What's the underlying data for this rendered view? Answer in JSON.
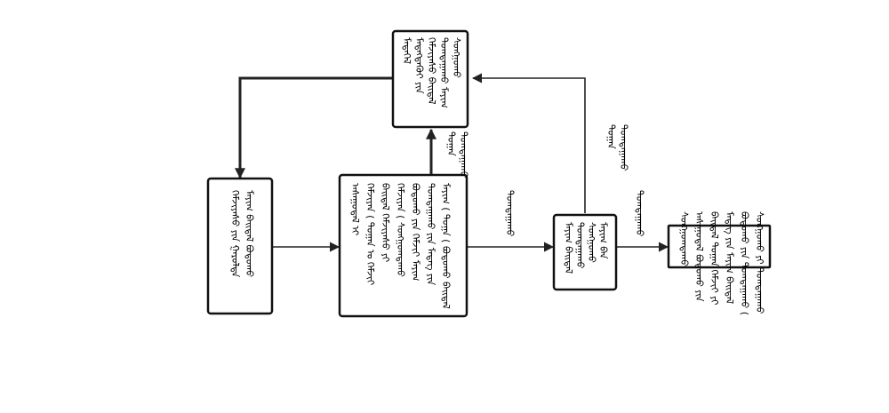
{
  "nodes": [
    {
      "id": "top",
      "lines": [
        "ᠮᠡᠳᠡᠭᠡᠯ",
        "ᠮᠡᠳᠡᠭᠳᠡᠬᠦᠢ ᠶᠢᠨ",
        "ᠬᠡᠮᠵᠢᠶᠡᠰᠦ ᠪᠠᠢᠳᠠᠯ",
        "ᠲᠣᠭᠲᠠᠭᠠᠬᠤ ᠮᠠᠶᠢᠭ",
        "ᠰᠣᠩᠭᠣᠬᠤ"
      ]
    },
    {
      "id": "left",
      "lines": [
        "ᠬᠡᠮᠵᠢᠶᠡᠰᠦ ᠶᠢᠨ ᠭᠠᠷᠤᠯᠲᠠ",
        "ᠮᠠᠶᠢᠭ ᠪᠠᠢᠳᠠᠯ ᠪᠣᠳᠣᠬᠤ"
      ]
    },
    {
      "id": "center",
      "lines": [
        "ᠠᠰᠠᠭᠤᠳᠠᠯ ᠢ",
        "ᠬᠡᠮᠵᠢᠶᠡᠨ ( ᠲᠣᠭᠠᠨ ᠤ ᠬᠡᠮᠵᠢᠶ",
        "ᠪᠠᠢᠳᠠᠯ ᠬᠡᠮᠵᠢᠶᠡᠰᠦ ᠶᠢ",
        "ᠬᠡᠮᠵᠢᠶᠡᠨ ( ᠰᠣᠩᠭᠣᠭᠳᠠᠬᠤ",
        "ᠪᠣᠳᠣᠬᠤ ᠶᠢᠨ ᠬᠡᠮᠵᠢᠶ ᠮᠠᠶᠢᠭ",
        "ᠲᠣᠭᠲᠠᠭᠠᠬᠤ ᠶᠢᠨ ᠮᠡᠳᠡᠭ ᠶᠢᠨ",
        "ᠮᠠᠶᠢᠭ ( ᠲᠣᠭᠠ ( ᠪᠣᠳᠣᠬᠤ ᠪᠠᠢᠳᠠᠯ"
      ]
    },
    {
      "id": "mid_right",
      "lines": [
        "ᠮᠠᠶᠢᠭ ᠪᠠᠢᠳᠠᠯ",
        "ᠲᠣᠭᠲᠠᠭᠠᠬᠤ",
        "ᠰᠣᠩᠭᠣᠬᠤ",
        "ᠮᠠᠶᠢᠭ ᠪᠡᠨ"
      ]
    },
    {
      "id": "right",
      "lines": [
        "ᠰᠣᠩᠭᠣᠭᠳᠠᠬᠤ",
        "ᠠᠰᠠᠭᠤᠳᠠᠯ ᠪᠣᠳᠣᠬᠤ ᠶᠢᠨ",
        "ᠪᠠᠢᠳᠠᠯ ᠲᠣᠭᠠᠨ ᠬᠡᠮᠵᠢᠶ ᠶᠢ",
        "ᠮᠡᠳᠡᠭ ᠶᠢᠨ ᠮᠠᠶᠢᠭ ᠪᠠᠢᠳᠠᠯ",
        "ᠪᠣᠳᠣᠬᠤ ᠶᠢᠨ ᠲᠣᠭᠲᠠᠭᠠᠬᠤ (",
        "ᠰᠣᠩᠭᠣᠬᠤ ᠶᠢ ᠲᠣᠭᠲᠠᠭᠠᠬᠤ"
      ]
    }
  ],
  "edges": [
    {
      "id": "center_to_top",
      "lines": [
        "ᠲᠣᠭᠠᠨ",
        "ᠲᠣᠭᠲᠠᠭᠠᠬᠤ"
      ]
    },
    {
      "id": "center_to_mid_right",
      "lines": [
        "ᠲᠣᠭᠲᠠᠭᠠᠬᠤ"
      ]
    },
    {
      "id": "mid_right_to_right",
      "lines": [
        "ᠲᠣᠭᠲᠠᠭᠠᠬᠤ"
      ]
    },
    {
      "id": "mid_right_to_top",
      "lines": [
        "ᠲᠣᠭᠠᠨ",
        "ᠲᠣᠭᠲᠠᠭᠠᠬᠤ"
      ]
    }
  ]
}
